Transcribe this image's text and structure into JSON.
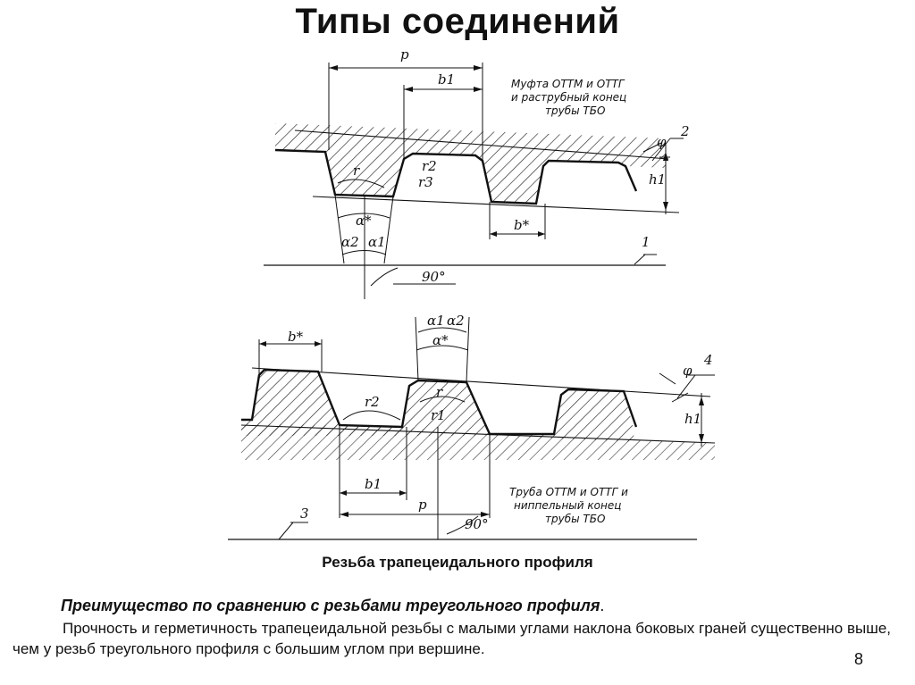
{
  "title": "Типы соединений",
  "drawing": {
    "upper_note": [
      "Муфта ОТТМ и ОТТГ",
      "и раструбный конец",
      "трубы ТБО"
    ],
    "lower_note": [
      "Труба ОТТМ и ОТТГ и",
      "ниппельный конец",
      "трубы ТБО"
    ],
    "labels": {
      "p": "p",
      "b1": "b1",
      "b_star": "b*",
      "r": "r",
      "r1": "r1",
      "r2": "r2",
      "r3": "r3",
      "h1": "h1",
      "phi": "φ",
      "alpha_star": "α*",
      "alpha1": "α1",
      "alpha2": "α2",
      "angle_90": "90°",
      "n1": "1",
      "n2": "2",
      "n3": "3",
      "n4": "4"
    }
  },
  "caption": "Резьба трапецеидального профиля",
  "advantage": {
    "heading": "Преимущество по сравнению с резьбами треугольного профиля",
    "heading_suffix": ".",
    "body": "Прочность и герметичность трапецеидальной резьбы с малыми углами наклона боковых граней существенно выше, чем у резьб треугольного профиля с большим углом при вершине."
  },
  "page_number": "8"
}
